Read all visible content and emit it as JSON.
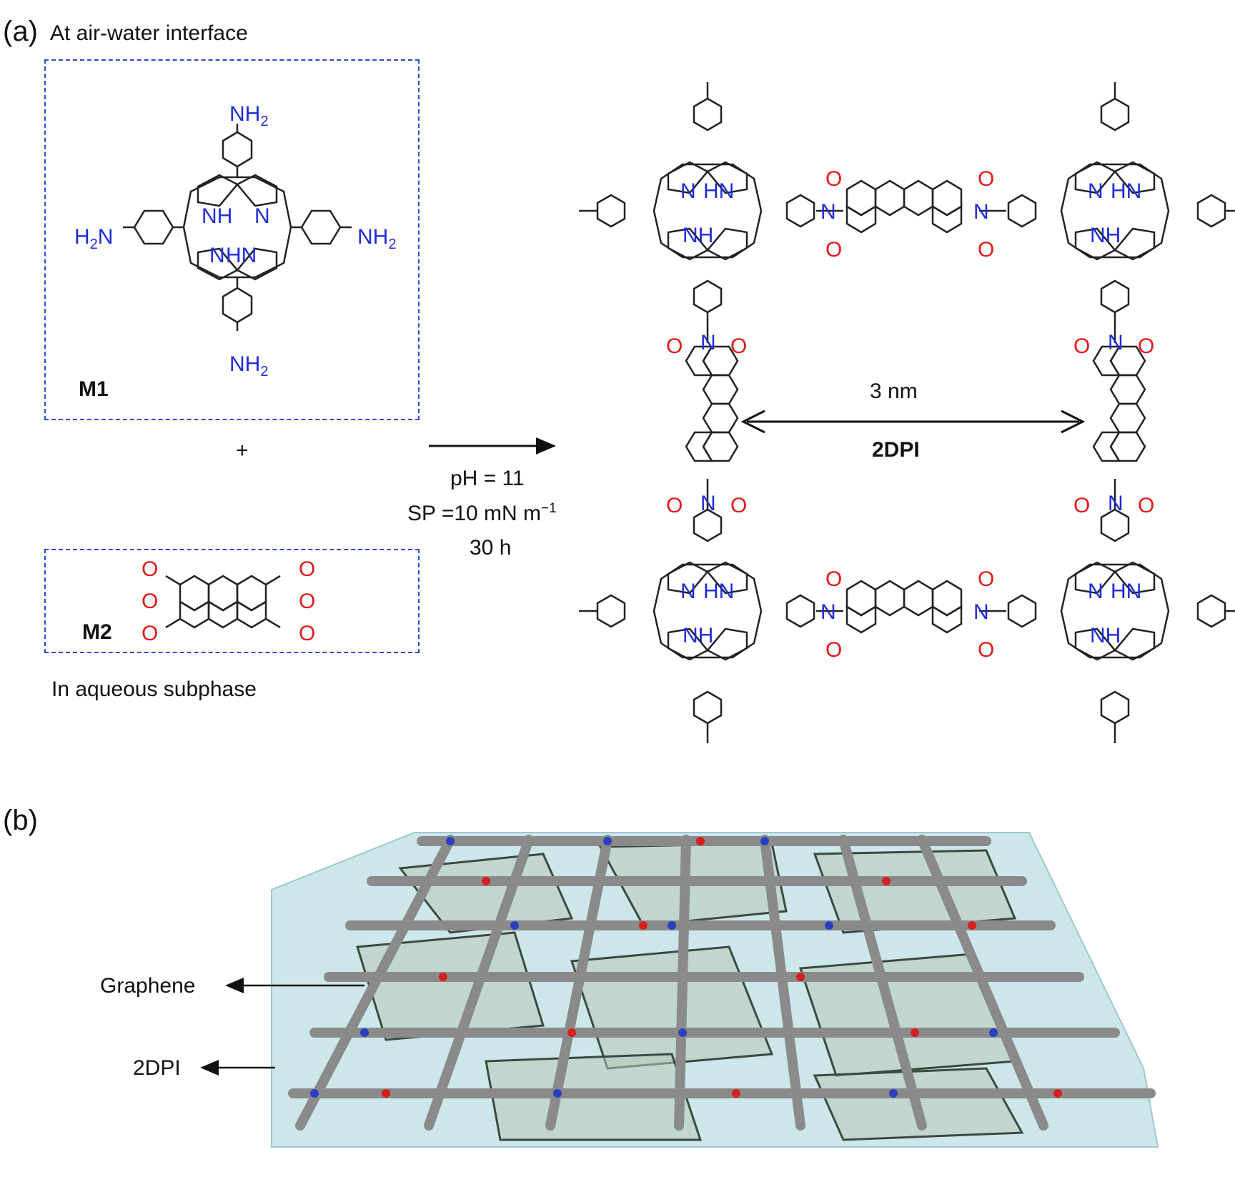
{
  "panel_a": {
    "label": "(a)",
    "top_note": "At air-water interface",
    "bottom_note": "In aqueous subphase",
    "plus": "+",
    "m1": {
      "name": "M1",
      "amine_top": "NH",
      "amine_top_sub": "2",
      "amine_left": "H",
      "amine_left_sub": "2",
      "amine_left_n": "N",
      "amine_right": "NH",
      "amine_right_sub": "2",
      "amine_bottom": "NH",
      "amine_bottom_sub": "2",
      "core_nh1": "NH",
      "core_n1": "N",
      "core_n2": "N",
      "core_hn": "HN"
    },
    "m2": {
      "name": "M2",
      "oxygen": "O"
    },
    "conditions": {
      "ph": "pH = 11",
      "sp_prefix": "SP =10 mN m",
      "sp_sup": "−1",
      "time": "30 h"
    },
    "product": {
      "distance": "3 nm",
      "name": "2DPI",
      "n": "N",
      "hn": "HN",
      "nh": "NH",
      "o": "O"
    }
  },
  "panel_b": {
    "label": "(b)",
    "graphene_label": "Graphene",
    "polymer_label": "2DPI"
  },
  "colors": {
    "nitrogen": "#1f2cd8",
    "oxygen": "#e31a1a",
    "bond": "#222222",
    "box": "#2a4bd7",
    "substrate": "#cfe7ea"
  }
}
